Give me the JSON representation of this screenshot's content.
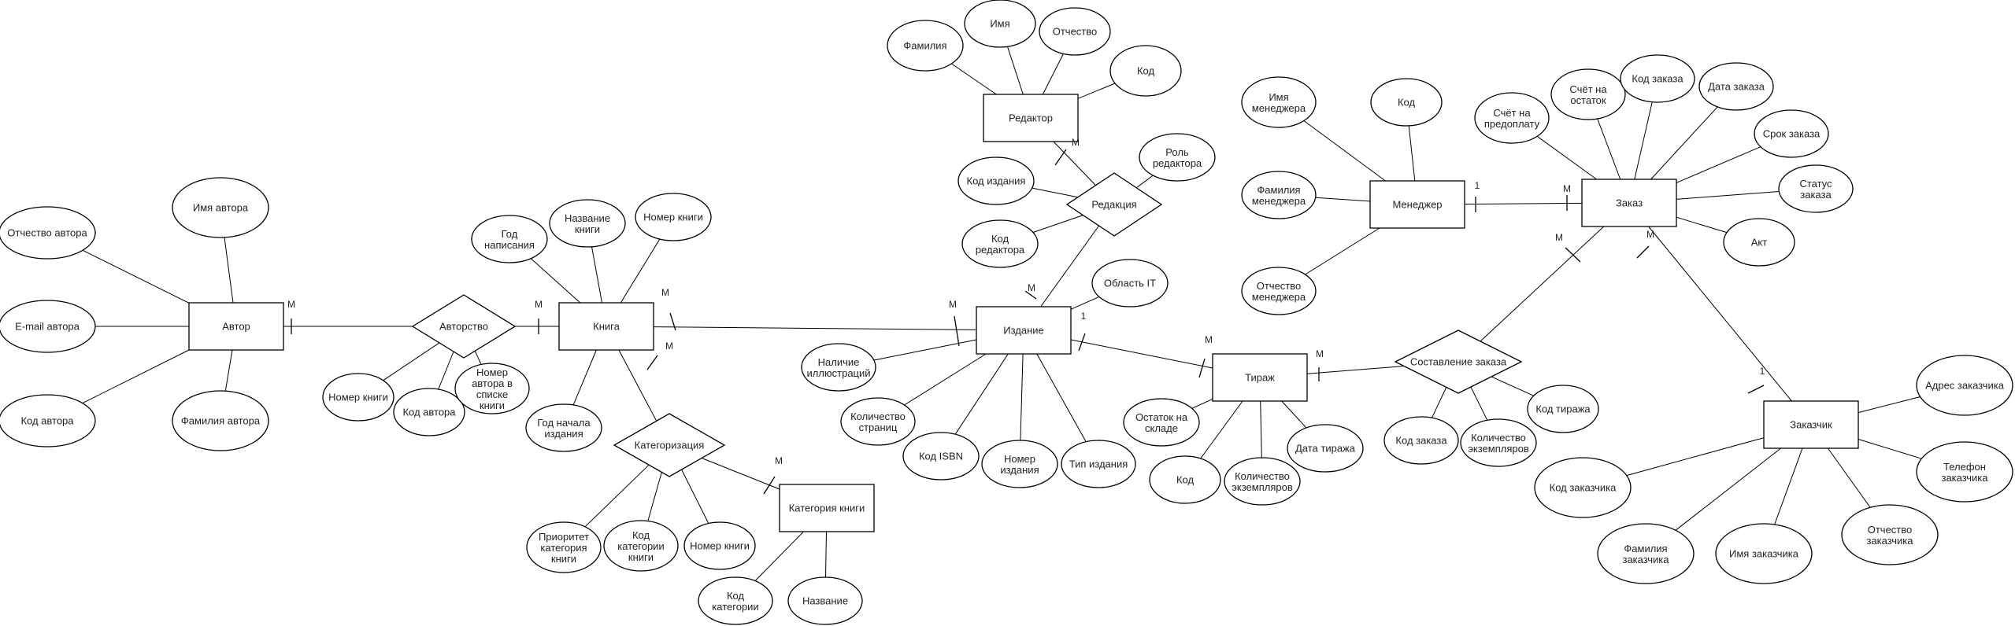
{
  "nodes": {
    "avtor": {
      "kind": "entity",
      "label": "Автор"
    },
    "kniga": {
      "kind": "entity",
      "label": "Книга"
    },
    "izdanie": {
      "kind": "entity",
      "label": "Издание"
    },
    "redaktor": {
      "kind": "entity",
      "label": "Редактор"
    },
    "tirazh": {
      "kind": "entity",
      "label": "Тираж"
    },
    "kategoriya": {
      "kind": "entity",
      "label": "Категория книги"
    },
    "menedzher": {
      "kind": "entity",
      "label": "Менеджер"
    },
    "zakaz": {
      "kind": "entity",
      "label": "Заказ"
    },
    "zakazchik": {
      "kind": "entity",
      "label": "Заказчик"
    },
    "avtorstvo": {
      "kind": "relationship",
      "label": "Авторство"
    },
    "redakciya": {
      "kind": "relationship",
      "label": "Редакция"
    },
    "kategorizaciya": {
      "kind": "relationship",
      "label": "Категоризация"
    },
    "sostavlenie": {
      "kind": "relationship",
      "label": "Составление заказа"
    },
    "a_otch": {
      "kind": "attribute",
      "label": "Отчество автора"
    },
    "a_imya": {
      "kind": "attribute",
      "label": "Имя автора"
    },
    "a_email": {
      "kind": "attribute",
      "label": "E-mail автора"
    },
    "a_kod": {
      "kind": "attribute",
      "label": "Код автора"
    },
    "a_fam": {
      "kind": "attribute",
      "label": "Фамилия автора"
    },
    "av_nomer": {
      "kind": "attribute",
      "label": "Номер книги"
    },
    "av_kod": {
      "kind": "attribute",
      "label": "Код автора"
    },
    "av_spisok": {
      "kind": "attribute",
      "label": "Номер автора в списке книги"
    },
    "k_god": {
      "kind": "attribute",
      "label": "Год написания"
    },
    "k_nazv": {
      "kind": "attribute",
      "label": "Название книги"
    },
    "k_nomer": {
      "kind": "attribute",
      "label": "Номер книги"
    },
    "k_godnach": {
      "kind": "attribute",
      "label": "Год начала издания"
    },
    "kt_prior": {
      "kind": "attribute",
      "label": "Приоритет категория книги"
    },
    "kt_kodkat": {
      "kind": "attribute",
      "label": "Код категории книги"
    },
    "kt_nomer": {
      "kind": "attribute",
      "label": "Номер книги"
    },
    "kat_kod": {
      "kind": "attribute",
      "label": "Код категории"
    },
    "kat_nazv": {
      "kind": "attribute",
      "label": "Название"
    },
    "r_fam": {
      "kind": "attribute",
      "label": "Фамилия"
    },
    "r_imya": {
      "kind": "attribute",
      "label": "Имя"
    },
    "r_otch": {
      "kind": "attribute",
      "label": "Отчество"
    },
    "r_kod": {
      "kind": "attribute",
      "label": "Код"
    },
    "rd_kodizd": {
      "kind": "attribute",
      "label": "Код издания"
    },
    "rd_kodred": {
      "kind": "attribute",
      "label": "Код редактора"
    },
    "rd_rol": {
      "kind": "attribute",
      "label": "Роль редактора"
    },
    "i_oblast": {
      "kind": "attribute",
      "label": "Область IT"
    },
    "i_illustr": {
      "kind": "attribute",
      "label": "Наличие иллюстраций"
    },
    "i_kolstr": {
      "kind": "attribute",
      "label": "Количество страниц"
    },
    "i_isbn": {
      "kind": "attribute",
      "label": "Код ISBN"
    },
    "i_nomer": {
      "kind": "attribute",
      "label": "Номер издания"
    },
    "i_tip": {
      "kind": "attribute",
      "label": "Тип издания"
    },
    "t_ostatok": {
      "kind": "attribute",
      "label": "Остаток на складе"
    },
    "t_kod": {
      "kind": "attribute",
      "label": "Код"
    },
    "t_kolekz": {
      "kind": "attribute",
      "label": "Количество экземпляров"
    },
    "t_data": {
      "kind": "attribute",
      "label": "Дата тиража"
    },
    "s_kodzak": {
      "kind": "attribute",
      "label": "Код заказа"
    },
    "s_kolekz": {
      "kind": "attribute",
      "label": "Количество экземпляров"
    },
    "s_kodtir": {
      "kind": "attribute",
      "label": "Код тиража"
    },
    "m_imya": {
      "kind": "attribute",
      "label": "Имя менеджера"
    },
    "m_kod": {
      "kind": "attribute",
      "label": "Код"
    },
    "m_fam": {
      "kind": "attribute",
      "label": "Фамилия менеджера"
    },
    "m_otch": {
      "kind": "attribute",
      "label": "Отчество менеджера"
    },
    "z_predopl": {
      "kind": "attribute",
      "label": "Счёт на предоплату"
    },
    "z_ostatok": {
      "kind": "attribute",
      "label": "Счёт на остаток"
    },
    "z_kod": {
      "kind": "attribute",
      "label": "Код заказа"
    },
    "z_data": {
      "kind": "attribute",
      "label": "Дата заказа"
    },
    "z_srok": {
      "kind": "attribute",
      "label": "Срок заказа"
    },
    "z_status": {
      "kind": "attribute",
      "label": "Статус заказа"
    },
    "z_akt": {
      "kind": "attribute",
      "label": "Акт"
    },
    "zc_adres": {
      "kind": "attribute",
      "label": "Адрес заказчика"
    },
    "zc_kod": {
      "kind": "attribute",
      "label": "Код заказчика"
    },
    "zc_tel": {
      "kind": "attribute",
      "label": "Телефон заказчика"
    },
    "zc_fam": {
      "kind": "attribute",
      "label": "Фамилия заказчика"
    },
    "zc_imya": {
      "kind": "attribute",
      "label": "Имя заказчика"
    },
    "zc_otch": {
      "kind": "attribute",
      "label": "Отчество заказчика"
    }
  },
  "relationships": [
    {
      "rel": "avtorstvo",
      "left": "avtor",
      "left_card": "M",
      "right": "kniga",
      "right_card": "M"
    },
    {
      "rel": "kategorizaciya",
      "left": "kniga",
      "left_card": "M",
      "right": "kategoriya",
      "right_card": "M"
    },
    {
      "rel": "redakciya",
      "left": "redaktor",
      "left_card": "M",
      "right": "izdanie",
      "right_card": "M"
    },
    {
      "rel": "",
      "left": "kniga",
      "left_card": "M",
      "right": "izdanie",
      "right_card": "M"
    },
    {
      "rel": "",
      "left": "izdanie",
      "left_card": "1",
      "right": "tirazh",
      "right_card": "M"
    },
    {
      "rel": "sostavlenie",
      "left": "tirazh",
      "left_card": "M",
      "right": "zakaz",
      "right_card": "M"
    },
    {
      "rel": "",
      "left": "menedzher",
      "left_card": "1",
      "right": "zakaz",
      "right_card": "M"
    },
    {
      "rel": "",
      "left": "zakaz",
      "left_card": "M",
      "right": "zakazchik",
      "right_card": "1"
    }
  ]
}
